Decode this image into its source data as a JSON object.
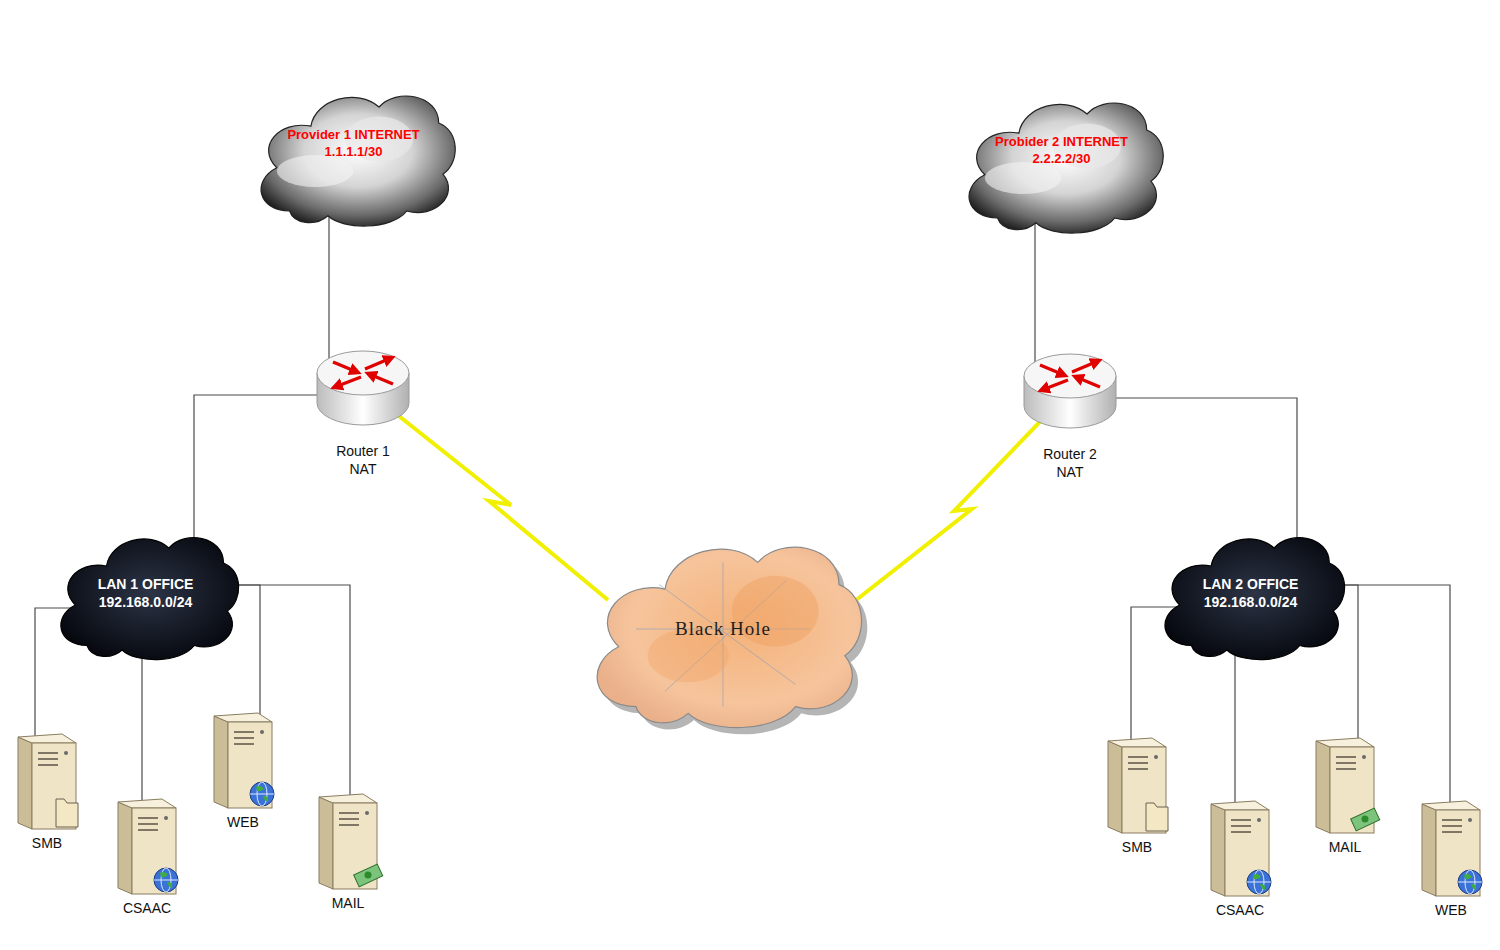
{
  "diagram": {
    "nodes": [
      {
        "text": [
          "Provider 1 INTERNET",
          "1.1.1.1/30"
        ]
      },
      {
        "text": [
          "Probider 2 INTERNET",
          "2.2.2.2/30"
        ]
      },
      {
        "text": [
          "Router 1",
          "NAT"
        ]
      },
      {
        "text": [
          "Router 2",
          "NAT"
        ]
      },
      {
        "text": [
          "LAN 1 OFFICE",
          "192.168.0.0/24"
        ]
      },
      {
        "text": [
          "LAN 2 OFFICE",
          "192.168.0.0/24"
        ]
      },
      {
        "text": [
          "Black Hole"
        ]
      },
      {
        "text": [
          "SMB"
        ]
      },
      {
        "text": [
          "CSAAC"
        ]
      },
      {
        "text": [
          "WEB"
        ]
      },
      {
        "text": [
          "MAIL"
        ]
      },
      {
        "text": [
          "SMB"
        ]
      },
      {
        "text": [
          "CSAAC"
        ]
      },
      {
        "text": [
          "MAIL"
        ]
      },
      {
        "text": [
          "WEB"
        ]
      }
    ],
    "edges": [
      {
        "from": 0,
        "to": 2,
        "arrow": "none"
      },
      {
        "from": 1,
        "to": 3,
        "arrow": "none"
      },
      {
        "from": 2,
        "to": 4,
        "arrow": "none"
      },
      {
        "from": 3,
        "to": 5,
        "arrow": "none"
      },
      {
        "from": 2,
        "to": 6,
        "arrow": "none"
      },
      {
        "from": 3,
        "to": 6,
        "arrow": "none"
      },
      {
        "from": 4,
        "to": 7,
        "arrow": "none"
      },
      {
        "from": 4,
        "to": 8,
        "arrow": "none"
      },
      {
        "from": 4,
        "to": 9,
        "arrow": "none"
      },
      {
        "from": 4,
        "to": 10,
        "arrow": "none"
      },
      {
        "from": 5,
        "to": 11,
        "arrow": "none"
      },
      {
        "from": 5,
        "to": 12,
        "arrow": "none"
      },
      {
        "from": 5,
        "to": 13,
        "arrow": "none"
      },
      {
        "from": 5,
        "to": 14,
        "arrow": "none"
      }
    ]
  }
}
